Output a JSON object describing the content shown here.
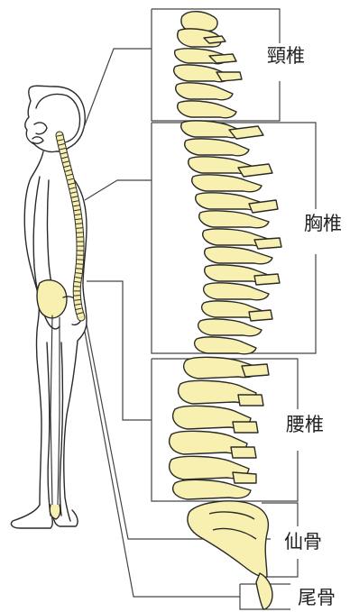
{
  "labels": {
    "cervical": "頸椎",
    "thoracic": "胸椎",
    "lumbar": "腰椎",
    "sacrum": "仙骨",
    "coccyx": "尾骨"
  },
  "colors": {
    "bone_fill": "#f8f0b0",
    "outline": "#2a2a2a",
    "bracket": "#444444",
    "background": "#ffffff"
  }
}
